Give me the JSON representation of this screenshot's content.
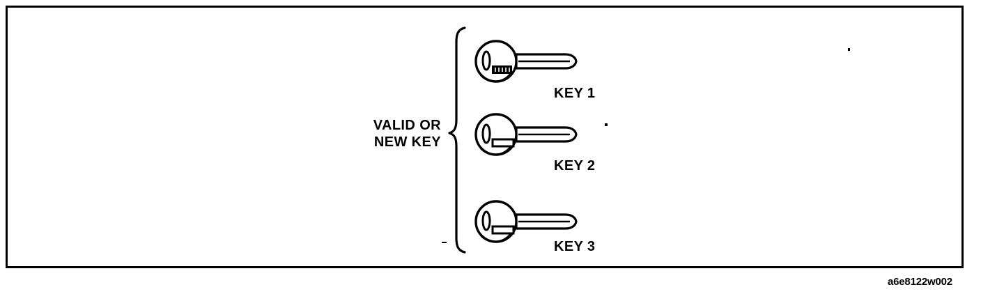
{
  "figure": {
    "caption": "a6e8122w002",
    "bracket_label": "VALID OR\nNEW KEY",
    "keys": [
      {
        "label": "KEY 1",
        "icon": "key-icon"
      },
      {
        "label": "KEY 2",
        "icon": "key-icon"
      },
      {
        "label": "KEY 3",
        "icon": "key-icon"
      }
    ],
    "colors": {
      "line": "#000000",
      "background": "#ffffff"
    }
  }
}
